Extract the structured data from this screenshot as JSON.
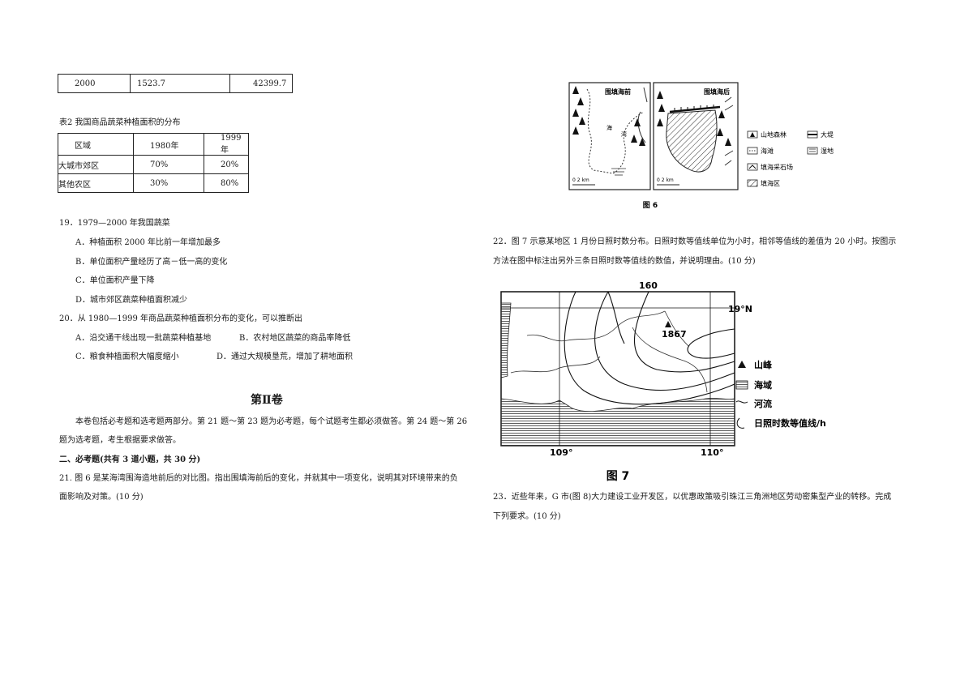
{
  "table1": {
    "rows": [
      [
        "2000",
        "1523.7",
        "42399.7"
      ]
    ]
  },
  "table2": {
    "caption": "表2  我国商品蔬菜种植面积的分布",
    "headers": [
      "区域",
      "1980年",
      "1999年"
    ],
    "rows": [
      [
        "大城市郊区",
        "70%",
        "20%"
      ],
      [
        "其他农区",
        "30%",
        "80%"
      ]
    ]
  },
  "q19": {
    "stem": "19．1979—2000 年我国蔬菜",
    "options": [
      "A．种植面积 2000 年比前一年增加最多",
      "B．单位面积产量经历了高－低一高的变化",
      "C．单位面积产量下降",
      "D．城市郊区蔬菜种植面积减少"
    ]
  },
  "q20": {
    "stem": "20．从 1980—1999 年商品蔬菜种植面积分布的变化，可以推断出",
    "options": [
      "A．沿交通干线出现一批蔬菜种植基地",
      "B．农村地区蔬菜的商品率降低",
      "C．粮食种植面积大幅度缩小",
      "D．通过大规模垦荒，增加了耕地面积"
    ]
  },
  "section2": {
    "title": "第Ⅱ卷",
    "intro_line1": "本卷包括必考题和选考题两部分。第 21 题～第 23 题为必考题，每个试题考生都必须做答。第 24 题～第 26",
    "intro_line2": "题为选考题，考生根据要求做答。",
    "heading": "二、必考题(共有 3 道小题，共 30 分)"
  },
  "q21": {
    "line1": "21. 图 6 是某海湾围海造地前后的对比图。指出围填海前后的变化，并就其中一项变化，说明其对环境带来的负",
    "line2": "面影响及对策。(10 分)"
  },
  "fig6": {
    "panel_before": "围填海前",
    "panel_after": "围填海后",
    "scale": "0   2 km",
    "scale2": "0   2 km",
    "caption": "图 6",
    "legend": [
      "山地森林",
      "大堤",
      "海滩",
      "湿地",
      "填海采石场",
      "填海区"
    ]
  },
  "q22": {
    "line1": "22．图 7 示意某地区 1 月份日照时数分布。日照时数等值线单位为小时，相邻等值线的差值为 20 小时。按图示",
    "line2": "方法在图中标注出另外三条日照时数等值线的数值，并说明理由。(10 分)"
  },
  "fig7": {
    "top_lon": "160",
    "lat": "19°N",
    "peak_value": "1867",
    "lon_left": "109°",
    "lon_right": "110°",
    "caption": "图 7",
    "legend": [
      "山峰",
      "海域",
      "河流",
      "日照时数等值线/h"
    ]
  },
  "q23": {
    "line1": "23．近些年来，G 市(图 8)大力建设工业开发区，以优惠政策吸引珠江三角洲地区劳动密集型产业的转移。完成",
    "line2": "下列要求。(10 分)"
  }
}
